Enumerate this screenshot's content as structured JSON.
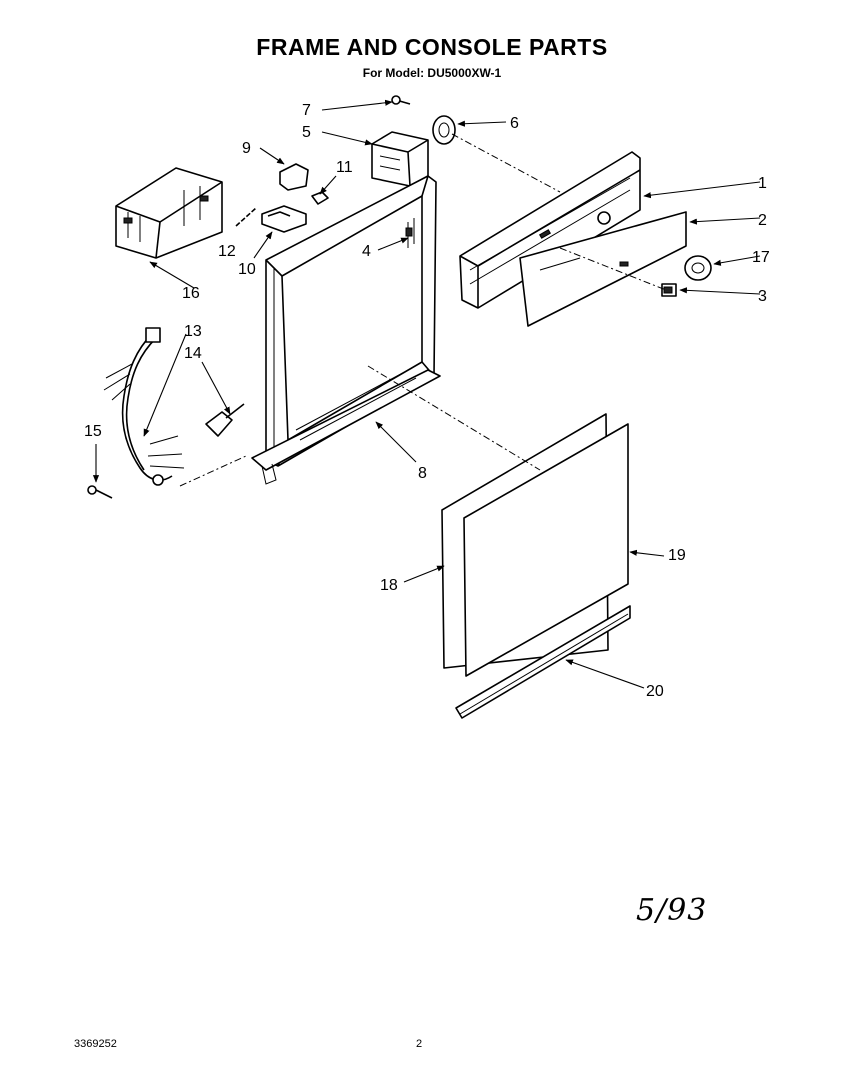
{
  "title": "FRAME AND CONSOLE PARTS",
  "subtitle": "For Model: DU5000XW-1",
  "footer": {
    "doc_number": "3369252",
    "page": "2"
  },
  "handwritten_note": "5/93",
  "callouts": {
    "c1": "1",
    "c2": "2",
    "c3": "3",
    "c4": "4",
    "c5": "5",
    "c6": "6",
    "c7": "7",
    "c8": "8",
    "c9": "9",
    "c10": "10",
    "c11": "11",
    "c12": "12",
    "c13": "13",
    "c14": "14",
    "c15": "15",
    "c16": "16",
    "c17": "17",
    "c18": "18",
    "c19": "19",
    "c20": "20"
  }
}
